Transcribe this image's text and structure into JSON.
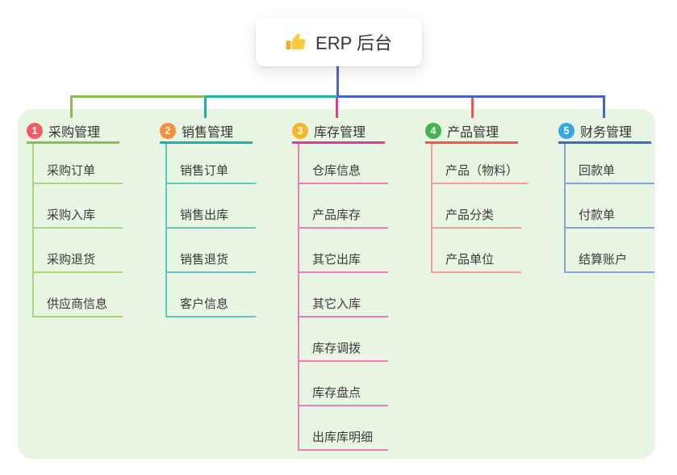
{
  "root": {
    "label": "ERP 后台",
    "icon": "thumbs-up-icon",
    "line_color": "#5164c3"
  },
  "panel": {
    "background": "#e8f5e2"
  },
  "branches": [
    {
      "index": "1",
      "title": "采购管理",
      "color": "#84c152",
      "light_color": "#a9d583",
      "badge_color": "#ee5d67",
      "children": [
        "采购订单",
        "采购入库",
        "采购退货",
        "供应商信息"
      ]
    },
    {
      "index": "2",
      "title": "销售管理",
      "color": "#18b5a5",
      "light_color": "#5ecbbe",
      "badge_color": "#f78e3d",
      "children": [
        "销售订单",
        "销售出库",
        "销售退货",
        "客户信息"
      ]
    },
    {
      "index": "3",
      "title": "库存管理",
      "color": "#e23b93",
      "light_color": "#ee7db6",
      "badge_color": "#f8b62d",
      "children": [
        "仓库信息",
        "产品库存",
        "其它出库",
        "其它入库",
        "库存调拨",
        "库存盘点",
        "出库库明细"
      ]
    },
    {
      "index": "4",
      "title": "产品管理",
      "color": "#f4534f",
      "light_color": "#f89d94",
      "badge_color": "#41b54d",
      "children": [
        "产品（物料）",
        "产品分类",
        "产品单位"
      ]
    },
    {
      "index": "5",
      "title": "财务管理",
      "color": "#4365c4",
      "light_color": "#8aa2da",
      "badge_color": "#37a7e0",
      "children": [
        "回款单",
        "付款单",
        "结算账户"
      ]
    }
  ]
}
